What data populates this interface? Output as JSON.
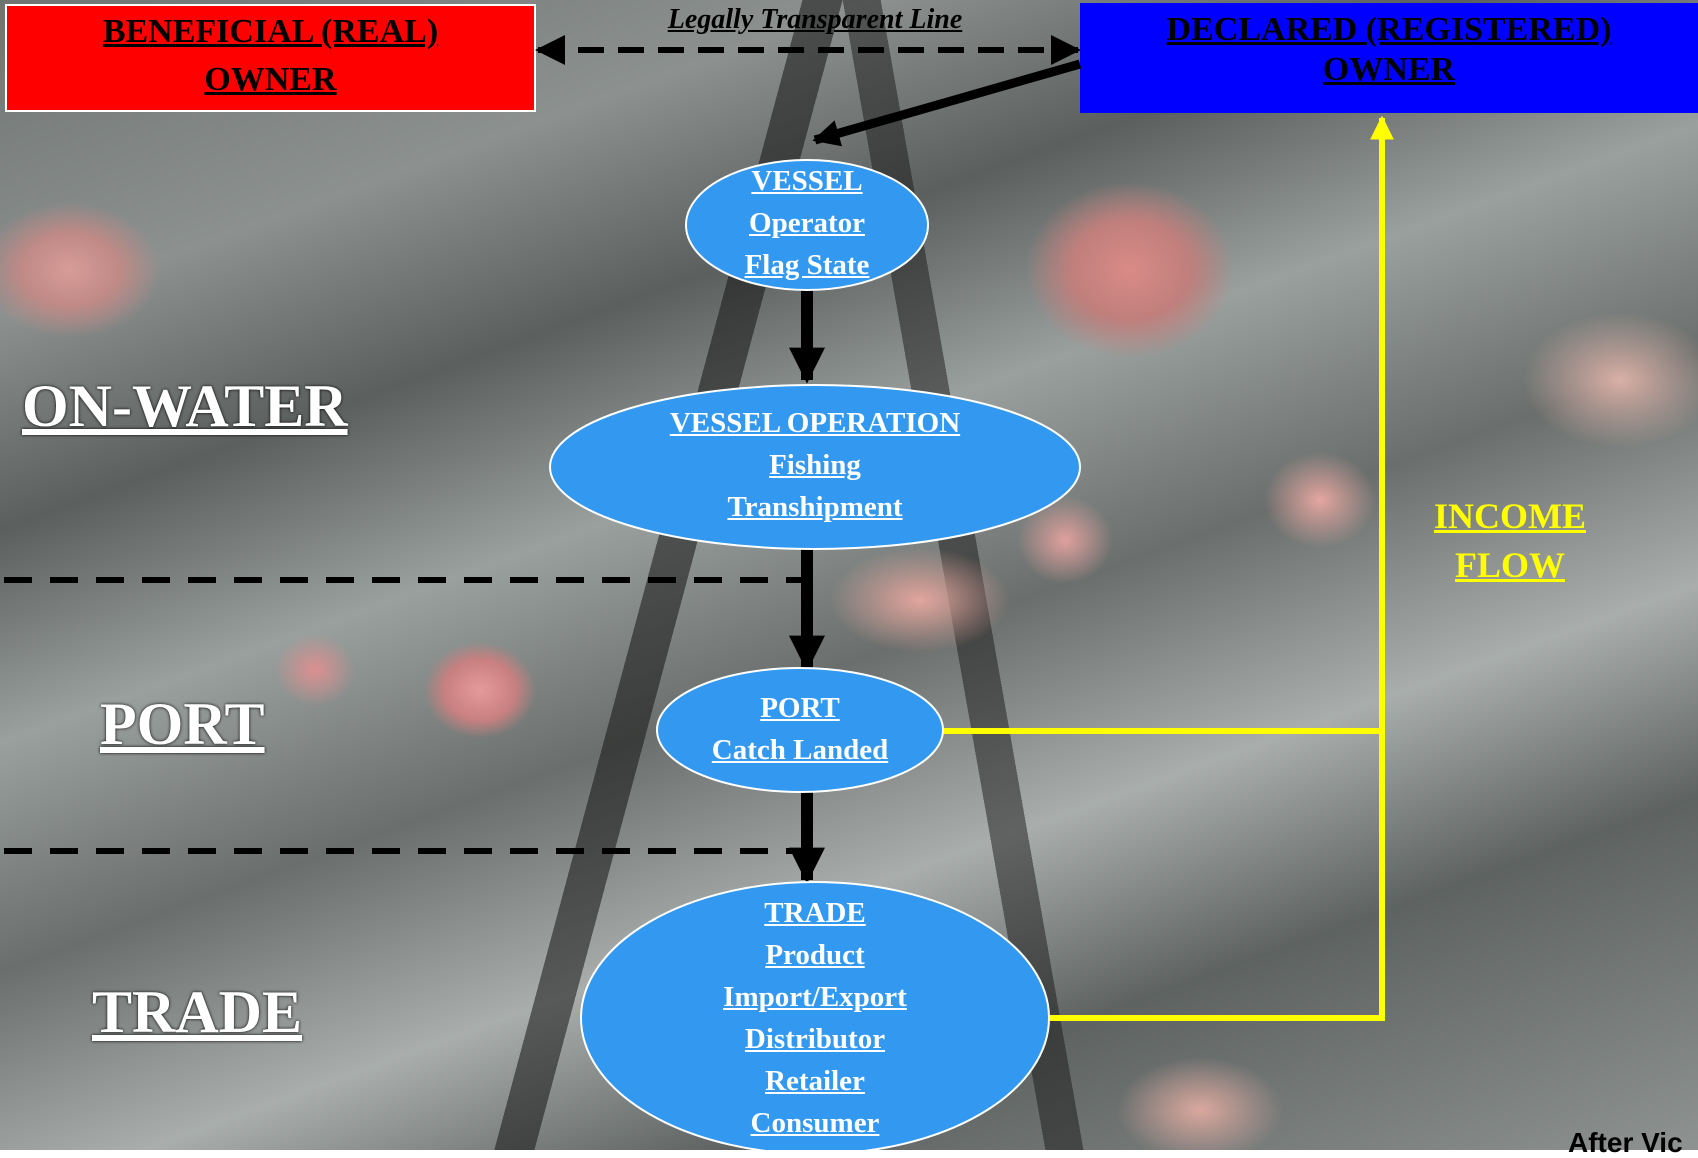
{
  "legal_line": "Legally Transparent Line",
  "beneficial_owner": {
    "line1": "BENEFICIAL (REAL)",
    "line2": "OWNER",
    "color": "#ff0000"
  },
  "declared_owner": {
    "line1": "DECLARED (REGISTERED)",
    "line2": "OWNER",
    "color": "#0000ff"
  },
  "zones": {
    "on_water": "ON-WATER",
    "port": "PORT",
    "trade": "TRADE"
  },
  "nodes": {
    "vessel": [
      "VESSEL",
      "Operator",
      "Flag State"
    ],
    "operation": [
      "VESSEL OPERATION",
      "Fishing",
      "Transhipment"
    ],
    "port": [
      "PORT",
      "Catch Landed"
    ],
    "trade": [
      "TRADE",
      "Product",
      "Import/Export",
      "Distributor",
      "Retailer",
      "Consumer"
    ]
  },
  "income_flow": {
    "line1": "INCOME",
    "line2": "FLOW",
    "color": "#ffff00"
  },
  "footer_fragment": "After Vic",
  "node_color": "#3399f0"
}
